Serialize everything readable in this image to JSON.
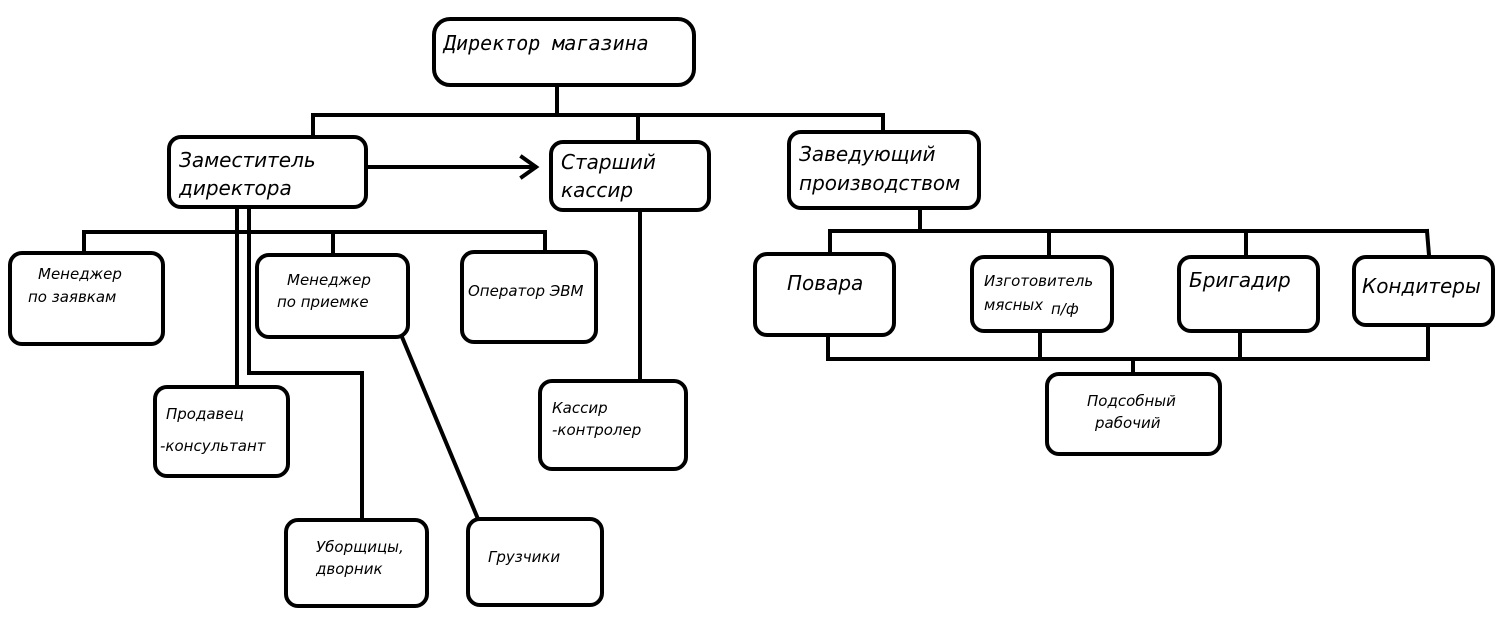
{
  "nodes": {
    "director": "Директор магазина",
    "deputy_l1": "Заместитель",
    "deputy_l2": "директора",
    "senior_cashier_l1": "Старший",
    "senior_cashier_l2": "кассир",
    "prod_head_l1": "Заведующий",
    "prod_head_l2": "производством",
    "mgr_orders_l1": "Менеджер",
    "mgr_orders_l2": "по заявкам",
    "mgr_receive_l1": "Менеджер",
    "mgr_receive_l2": "по приемке",
    "operator": "Оператор ЭВМ",
    "cooks": "Повара",
    "meat_l1": "Изготовитель",
    "meat_l2": "мясных",
    "meat_l3": "п/ф",
    "foreman": "Бригадир",
    "confectioners": "Кондитеры",
    "seller_l1": "Продавец",
    "seller_l2": "-консультант",
    "cashier_l1": "Кассир",
    "cashier_l2": "-контролер",
    "helper_l1": "Подсобный",
    "helper_l2": "рабочий",
    "cleaners_l1": "Уборщицы,",
    "cleaners_l2": "дворник",
    "loaders": "Грузчики"
  },
  "colors": {
    "line": "#000000",
    "box_fill": "#ffffff",
    "text": "#000000"
  }
}
